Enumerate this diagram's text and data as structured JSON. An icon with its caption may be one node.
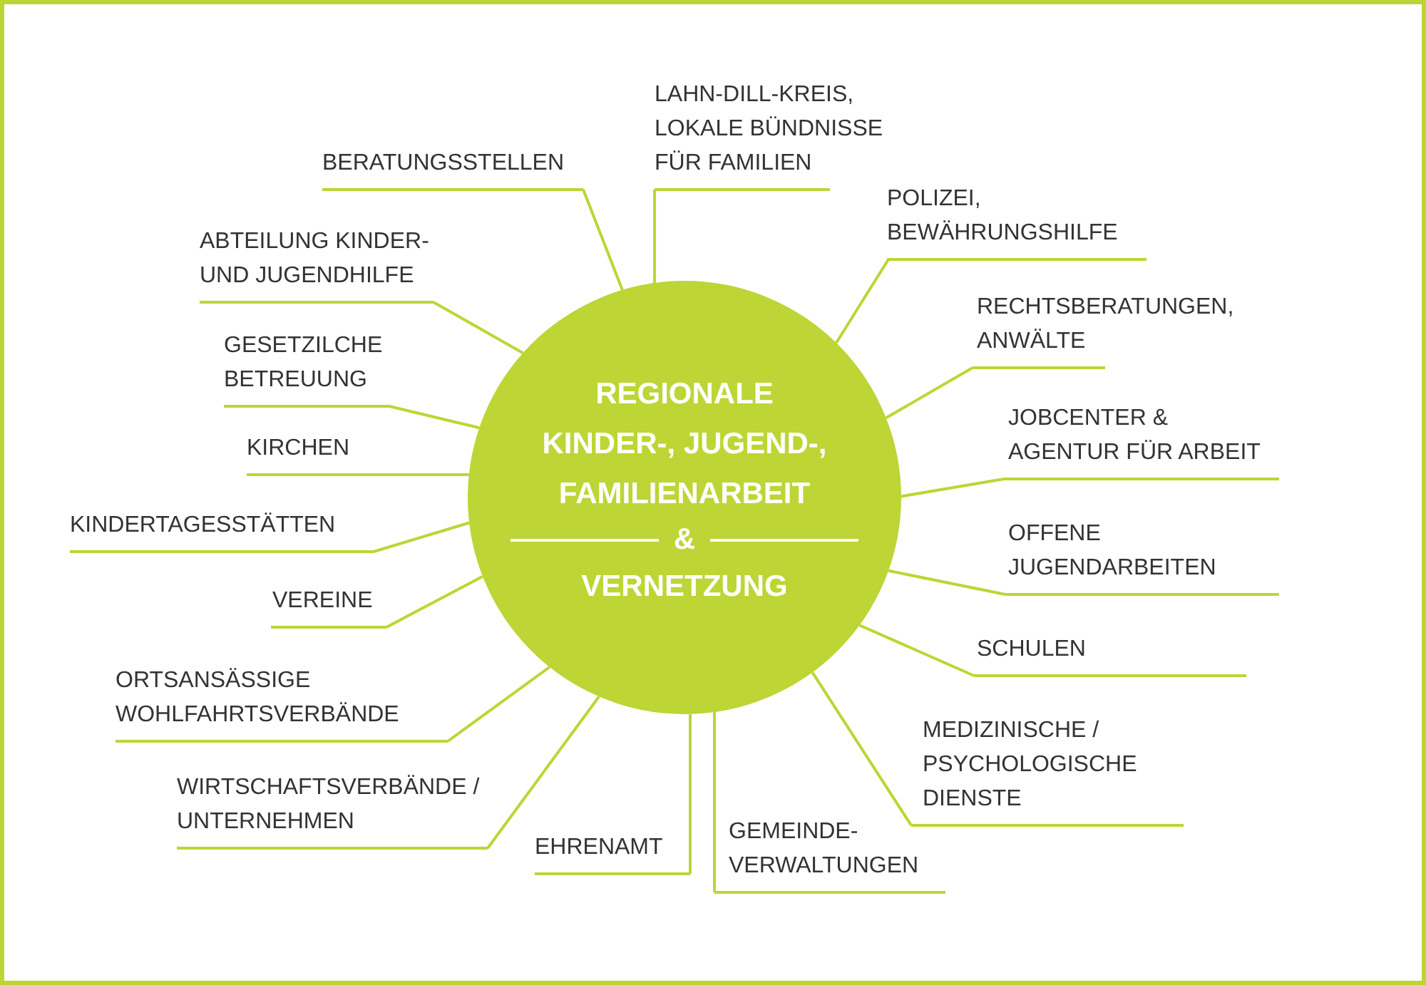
{
  "diagram": {
    "nodes": [
      {
        "text": [
          "REGIONALE KINDER-, JUGEND-, FAMILIENARBEIT",
          "&",
          "VERNETZUNG"
        ]
      },
      {
        "text": [
          "LAHN-DILL-KREIS, LOKALE BÜNDNISSE FÜR FAMILIEN"
        ]
      },
      {
        "text": [
          "POLIZEI, BEWÄHRUNGSHILFE"
        ]
      },
      {
        "text": [
          "RECHTSBERATUNGEN, ANWÄLTE"
        ]
      },
      {
        "text": [
          "JOBCENTER & AGENTUR FÜR ARBEIT"
        ]
      },
      {
        "text": [
          "OFFENE JUGENDARBEITEN"
        ]
      },
      {
        "text": [
          "SCHULEN"
        ]
      },
      {
        "text": [
          "MEDIZINISCHE / PSYCHOLOGISCHE DIENSTE"
        ]
      },
      {
        "text": [
          "GEMEINDE- VERWALTUNGEN"
        ]
      },
      {
        "text": [
          "EHRENAMT"
        ]
      },
      {
        "text": [
          "WIRTSCHAFTSVERBÄNDE / UNTERNEHMEN"
        ]
      },
      {
        "text": [
          "ORTSANSÄSSIGE WOHLFAHRTSVERBÄNDE"
        ]
      },
      {
        "text": [
          "VEREINE"
        ]
      },
      {
        "text": [
          "KINDERTAGESSTÄTTEN"
        ]
      },
      {
        "text": [
          "KIRCHEN"
        ]
      },
      {
        "text": [
          "GESETZILCHE BETREUUNG"
        ]
      },
      {
        "text": [
          "ABTEILUNG KINDER- UND JUGENDHILFE"
        ]
      },
      {
        "text": [
          "BERATUNGSSTELLEN"
        ]
      }
    ],
    "edges": [
      {
        "from": 1,
        "to": 0,
        "arrow": "none"
      },
      {
        "from": 2,
        "to": 0,
        "arrow": "none"
      },
      {
        "from": 3,
        "to": 0,
        "arrow": "none"
      },
      {
        "from": 4,
        "to": 0,
        "arrow": "none"
      },
      {
        "from": 5,
        "to": 0,
        "arrow": "none"
      },
      {
        "from": 6,
        "to": 0,
        "arrow": "none"
      },
      {
        "from": 7,
        "to": 0,
        "arrow": "none"
      },
      {
        "from": 8,
        "to": 0,
        "arrow": "none"
      },
      {
        "from": 9,
        "to": 0,
        "arrow": "none"
      },
      {
        "from": 10,
        "to": 0,
        "arrow": "none"
      },
      {
        "from": 11,
        "to": 0,
        "arrow": "none"
      },
      {
        "from": 12,
        "to": 0,
        "arrow": "none"
      },
      {
        "from": 13,
        "to": 0,
        "arrow": "none"
      },
      {
        "from": 14,
        "to": 0,
        "arrow": "none"
      },
      {
        "from": 15,
        "to": 0,
        "arrow": "none"
      },
      {
        "from": 16,
        "to": 0,
        "arrow": "none"
      },
      {
        "from": 17,
        "to": 0,
        "arrow": "none"
      }
    ]
  }
}
